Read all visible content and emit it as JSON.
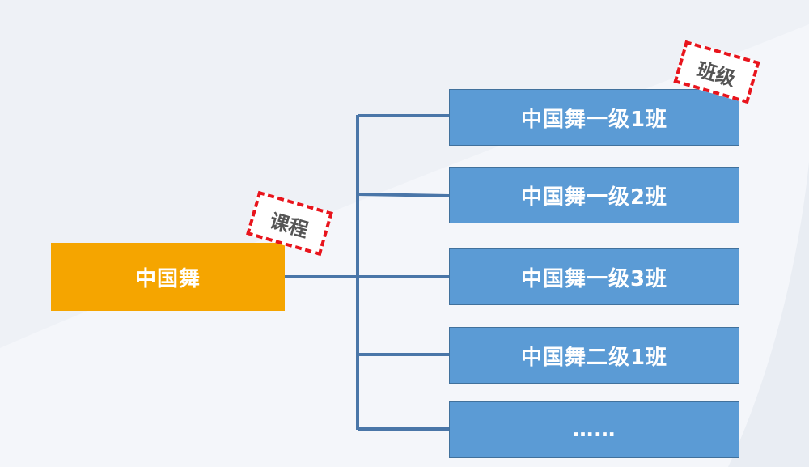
{
  "course": {
    "label": "中国舞",
    "color": "#f5a500"
  },
  "course_tag": {
    "label": "课程"
  },
  "class_tag": {
    "label": "班级"
  },
  "classes": [
    {
      "label": "中国舞一级1班"
    },
    {
      "label": "中国舞一级2班"
    },
    {
      "label": "中国舞一级3班"
    },
    {
      "label": "中国舞二级1班"
    },
    {
      "label": "……"
    }
  ],
  "colors": {
    "class_box": "#5b9bd5",
    "connector": "#4a76a8",
    "tag_border": "#e8141c",
    "background": "#eef1f6"
  }
}
